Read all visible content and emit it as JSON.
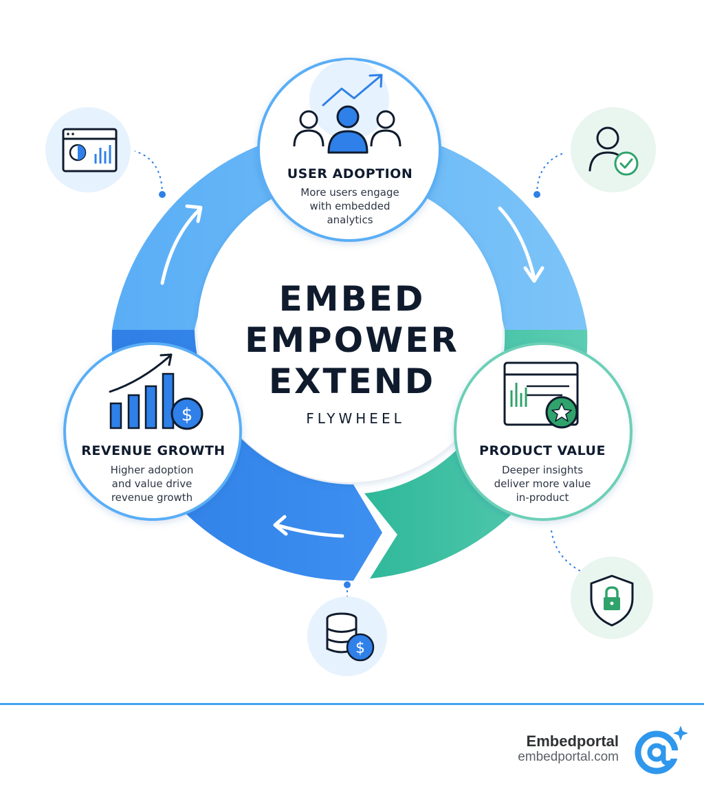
{
  "center": {
    "line1": "EMBED",
    "line2": "EMPOWER",
    "line3": "EXTEND",
    "subtitle": "FLYWHEEL"
  },
  "nodes": {
    "user_adoption": {
      "title": "USER ADOPTION",
      "desc": [
        "More users engage",
        "with embedded",
        "analytics"
      ]
    },
    "product_value": {
      "title": "PRODUCT VALUE",
      "desc": [
        "Deeper insights",
        "deliver more value",
        "in-product"
      ]
    },
    "revenue_growth": {
      "title": "REVENUE GROWTH",
      "desc": [
        "Higher adoption",
        "and value drive",
        "revenue growth"
      ]
    }
  },
  "satellites": [
    "dashboard-icon",
    "user-check-icon",
    "lock-shield-icon",
    "database-dollar-icon"
  ],
  "brand": {
    "name": "Embedportal",
    "url": "embedportal.com"
  },
  "colors": {
    "ring_light_blue": "#6ab8f7",
    "ring_blue": "#2f80e8",
    "ring_teal": "#3fbfa0",
    "accent_green": "#2fa36b",
    "text_dark": "#0f1b2d"
  }
}
